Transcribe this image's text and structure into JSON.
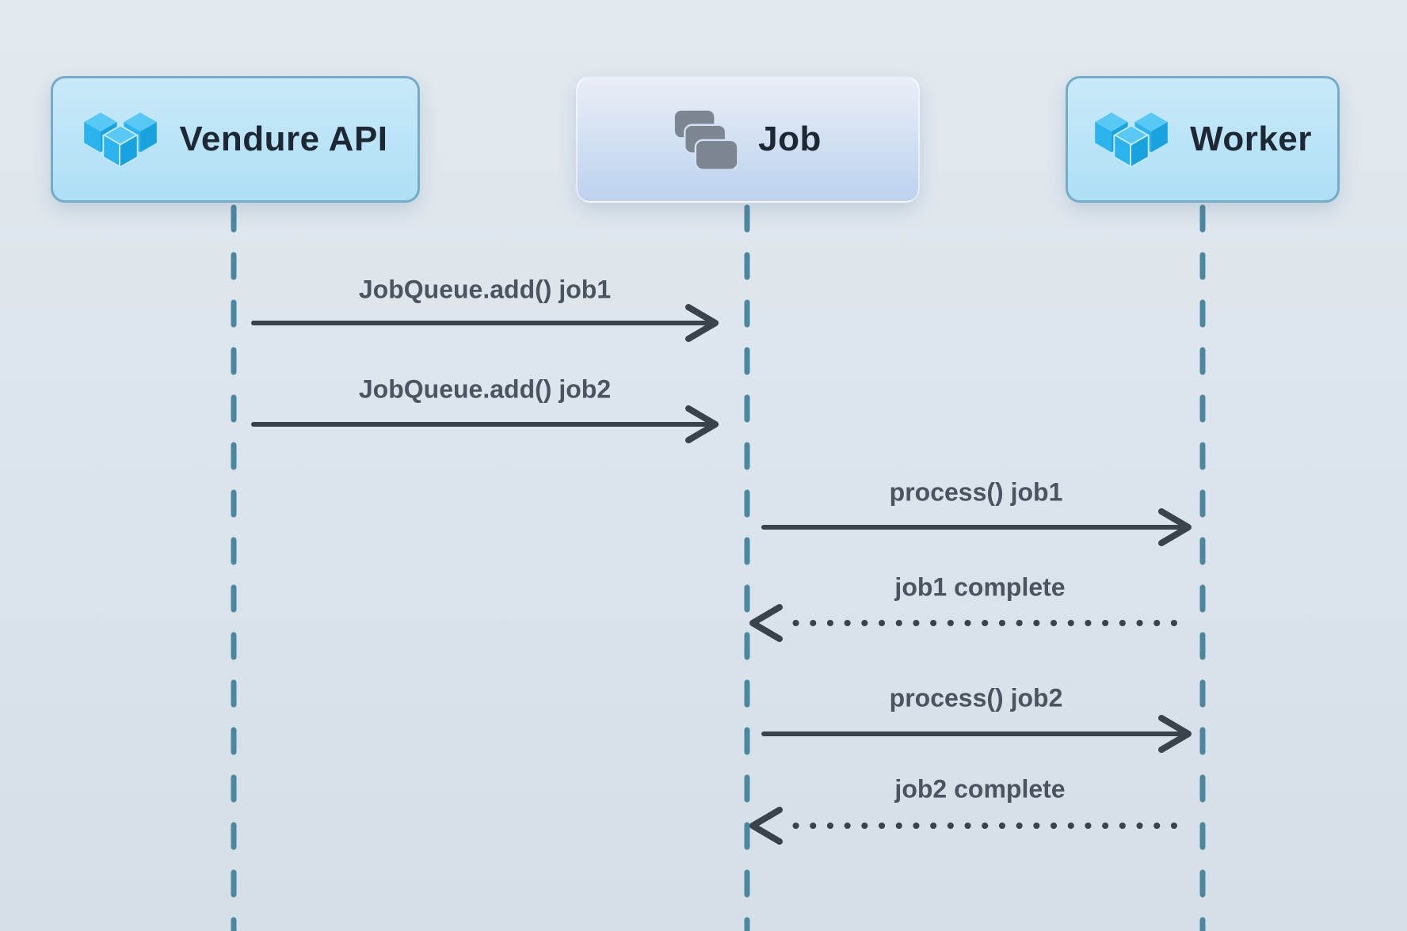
{
  "diagram": {
    "type": "sequence",
    "participants": [
      {
        "id": "vendure-api",
        "label": "Vendure API",
        "icon": "vendure-logo-icon"
      },
      {
        "id": "job",
        "label": "Job",
        "icon": "stack-icon"
      },
      {
        "id": "worker",
        "label": "Worker",
        "icon": "vendure-logo-icon"
      }
    ],
    "messages": [
      {
        "from": "Vendure API",
        "to": "Job",
        "label": "JobQueue.add() job1",
        "style": "solid"
      },
      {
        "from": "Vendure API",
        "to": "Job",
        "label": "JobQueue.add() job2",
        "style": "solid"
      },
      {
        "from": "Job",
        "to": "Worker",
        "label": "process() job1",
        "style": "solid"
      },
      {
        "from": "Worker",
        "to": "Job",
        "label": "job1 complete",
        "style": "dotted"
      },
      {
        "from": "Job",
        "to": "Worker",
        "label": "process() job2",
        "style": "solid"
      },
      {
        "from": "Worker",
        "to": "Job",
        "label": "job2 complete",
        "style": "dotted"
      }
    ],
    "colors": {
      "background_top": "#e2e9ef",
      "background_bottom": "#d4e0e6",
      "actor_fill_top": "#c9e9f9",
      "actor_fill_bottom": "#aedff5",
      "actor_border": "#74abc6",
      "actor_text": "#1e2834",
      "job_fill_top": "#eaeef7",
      "job_fill_bottom": "#bcd2ee",
      "job_fill_mid": "#d5dff2",
      "lifeline": "#4c87a2",
      "arrow": "#3a424a",
      "message_text": "#4a5561",
      "logo_blue_top": "#58c9f5",
      "logo_blue_left": "#2ab3ec",
      "logo_blue_right": "#18a3de",
      "stack_icon_gray": "#7b8692"
    }
  }
}
